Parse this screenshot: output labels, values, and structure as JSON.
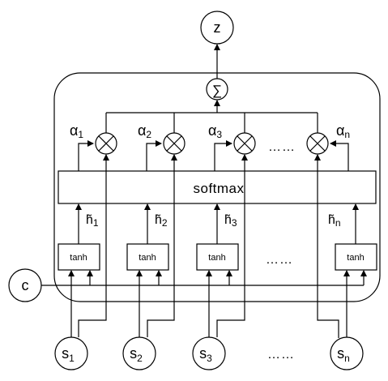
{
  "diagram": {
    "output_node": "z",
    "sum_symbol": "∑",
    "context_node": "c",
    "softmax_label": "softmax",
    "tanh_label": "tanh",
    "ellipsis": "……",
    "inputs": [
      {
        "base": "s",
        "sub": "1"
      },
      {
        "base": "s",
        "sub": "2"
      },
      {
        "base": "s",
        "sub": "3"
      },
      {
        "base": "s",
        "sub": "n"
      }
    ],
    "hidden": [
      {
        "base": "h̃",
        "sub": "1"
      },
      {
        "base": "h̃",
        "sub": "2"
      },
      {
        "base": "h̃",
        "sub": "3"
      },
      {
        "base": "h̃",
        "sub": "n"
      }
    ],
    "weights": [
      {
        "base": "α",
        "sub": "1"
      },
      {
        "base": "α",
        "sub": "2"
      },
      {
        "base": "α",
        "sub": "3"
      },
      {
        "base": "α",
        "sub": "n"
      }
    ]
  }
}
